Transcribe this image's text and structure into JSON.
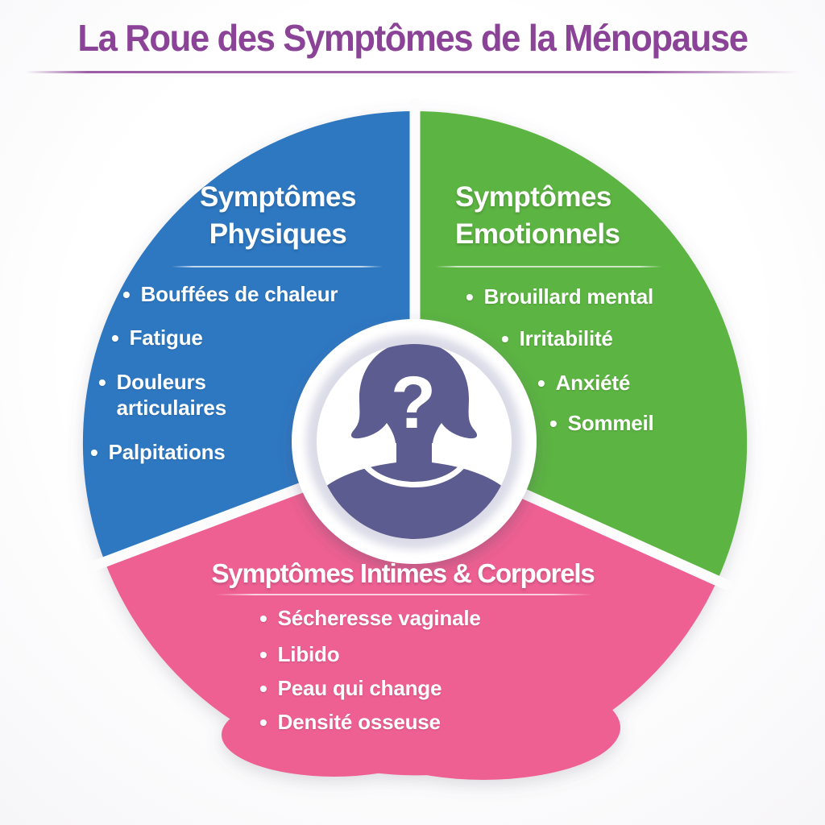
{
  "title": {
    "text": "La Roue des Symptômes de la Ménopause"
  },
  "glyphs": {
    "bullet": "•"
  },
  "colors": {
    "title_purple": "#8b4397",
    "physical_blue": "#2e78c2",
    "emotional_green": "#5bb442",
    "intimate_pink": "#ee6191",
    "silhouette_purple": "#5c5c90",
    "segment_text": "#ffffff"
  },
  "center": {
    "icon": "woman-question-silhouette",
    "question_mark": "?"
  },
  "segments": [
    {
      "id": "physiques",
      "label_lines": [
        "Symptômes",
        "Physiques"
      ],
      "color": "#2e78c2",
      "items": [
        "Bouffées de chaleur",
        "Fatigue",
        "Douleurs articulaires",
        "Palpitations"
      ]
    },
    {
      "id": "emotionnels",
      "label_lines": [
        "Symptômes",
        "Emotionnels"
      ],
      "color": "#5bb442",
      "items": [
        "Brouillard mental",
        "Irritabilité",
        "Anxiété",
        "Sommeil"
      ]
    },
    {
      "id": "intimes",
      "label": "Symptômes Intimes & Corporels",
      "color": "#ee6191",
      "items": [
        "Sécheresse vaginale",
        "Libido",
        "Peau qui change",
        "Densité osseuse"
      ]
    }
  ]
}
